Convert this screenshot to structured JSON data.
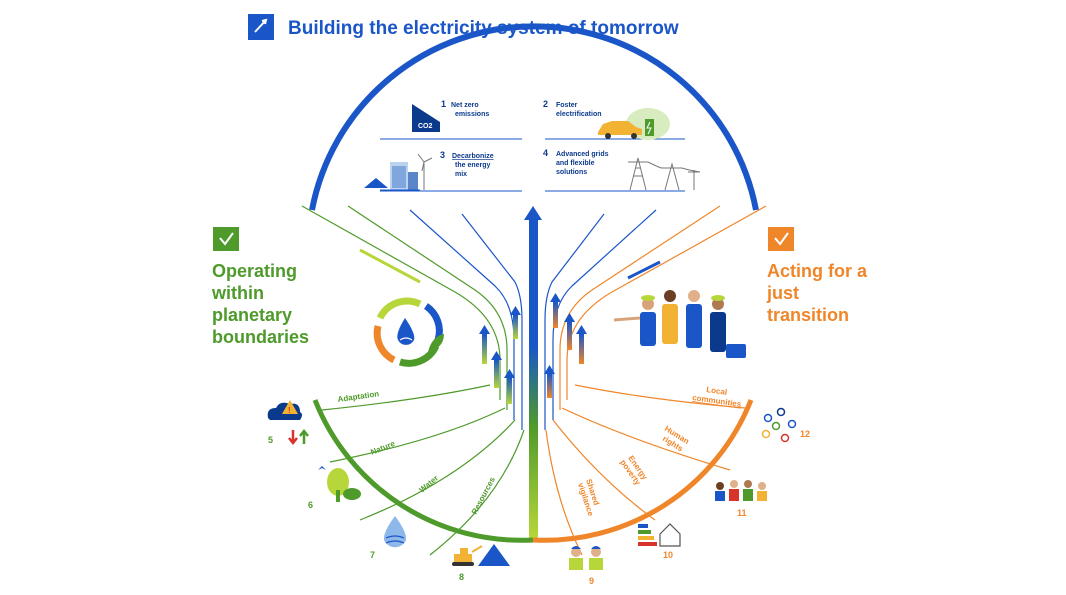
{
  "title": "Building the electricity system of tomorrow",
  "colors": {
    "blue": "#1a56c8",
    "dark_blue": "#0b3a8c",
    "green": "#4e9a2a",
    "orange": "#f0862a",
    "light_green": "#b7d63a"
  },
  "top_items": [
    {
      "num": "1",
      "lines": [
        "Net zero",
        "emissions"
      ],
      "icon": "co2-icon",
      "badge": "CO2"
    },
    {
      "num": "2",
      "lines": [
        "Foster",
        "electrification"
      ],
      "icon": "electric-car-icon"
    },
    {
      "num": "3",
      "lines": [
        "Decarbonize",
        "the energy",
        "mix"
      ],
      "icon": "power-plant-icon"
    },
    {
      "num": "4",
      "lines": [
        "Advanced grids",
        "and flexible",
        "solutions"
      ],
      "icon": "power-lines-icon"
    }
  ],
  "left_pillar": {
    "lines": [
      "Operating",
      "within",
      "planetary",
      "boundaries"
    ],
    "icon": "check-icon",
    "graphic": "water-leaf-cycle-icon"
  },
  "right_pillar": {
    "lines": [
      "Acting for a",
      "just",
      "transition"
    ],
    "icon": "check-icon",
    "graphic": "workers-group-icon"
  },
  "left_labels": [
    {
      "text": "Adaptation",
      "num": "5",
      "icon": "storm-warning-icon"
    },
    {
      "text": "Nature",
      "num": "6",
      "icon": "tree-bird-icon"
    },
    {
      "text": "Water",
      "num": "7",
      "icon": "water-drop-icon"
    },
    {
      "text": "Resources",
      "num": "8",
      "icon": "excavator-icon"
    }
  ],
  "right_labels": [
    {
      "lines": [
        "Shared",
        "vigilance"
      ],
      "num": "9",
      "icon": "workers-icon"
    },
    {
      "lines": [
        "Energy",
        "poverty"
      ],
      "num": "10",
      "icon": "house-energy-icon"
    },
    {
      "lines": [
        "Human",
        "rights"
      ],
      "num": "11",
      "icon": "people-icon"
    },
    {
      "lines": [
        "Local",
        "communities"
      ],
      "num": "12",
      "icon": "map-pins-icon"
    }
  ]
}
